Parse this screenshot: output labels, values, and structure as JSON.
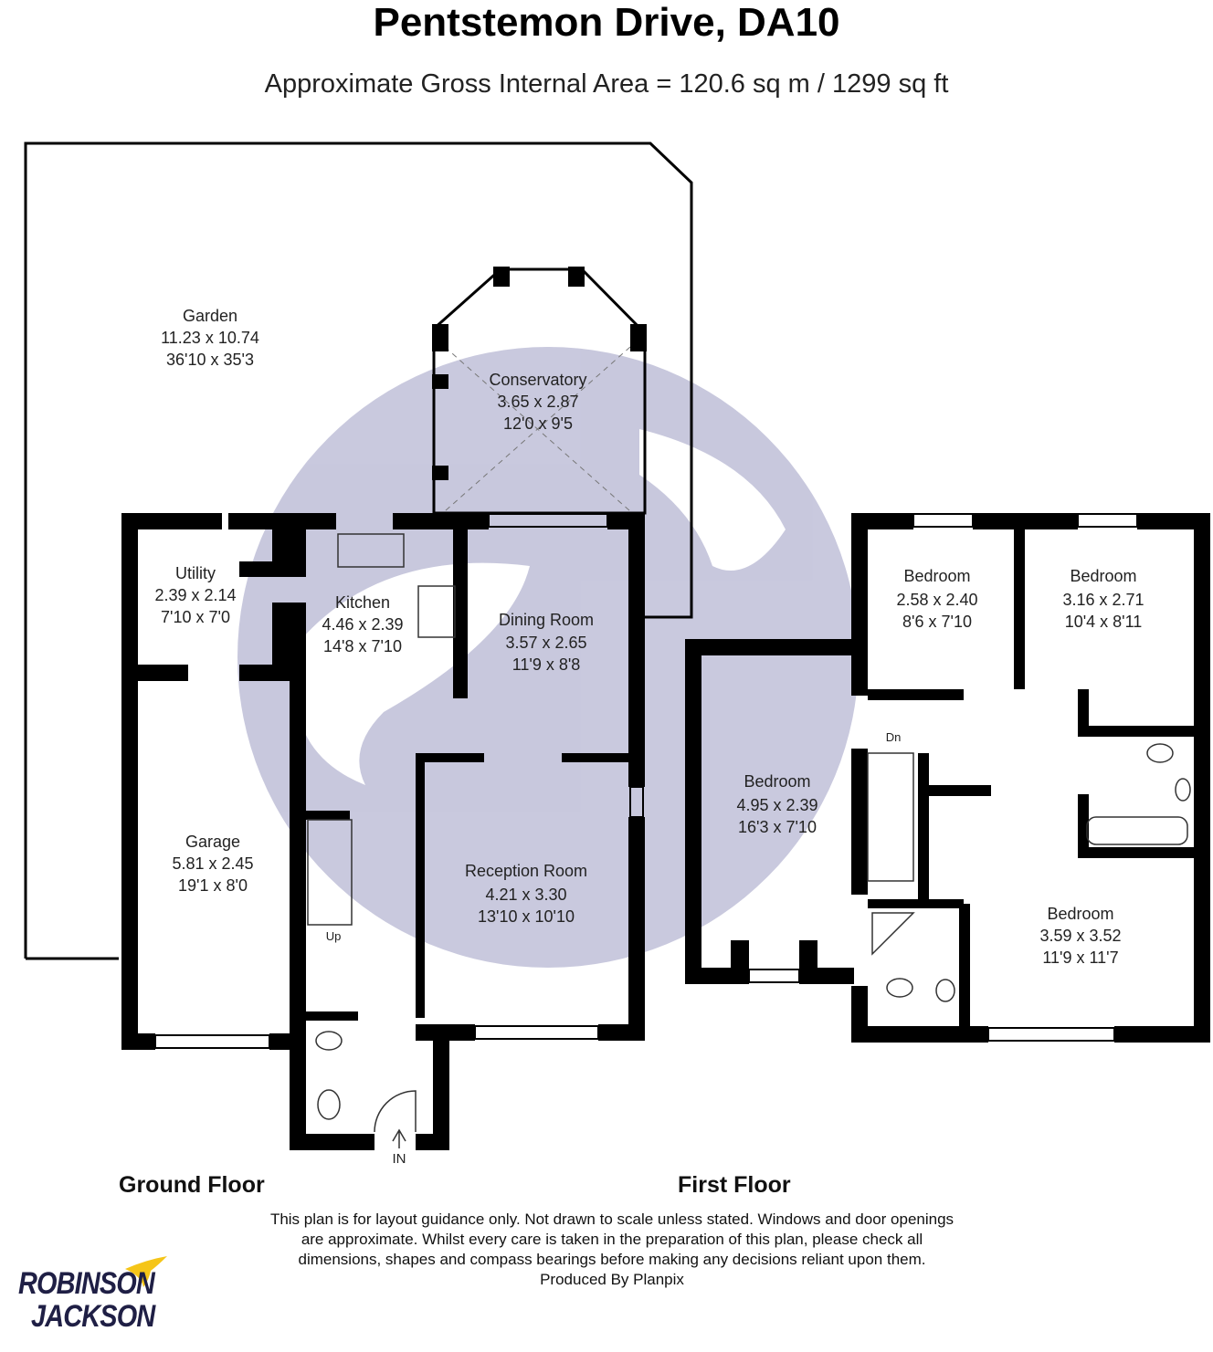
{
  "header": {
    "title": "Pentstemon Drive, DA10",
    "subtitle": "Approximate Gross Internal Area = 120.6 sq m / 1299 sq ft"
  },
  "rooms": {
    "garden": {
      "name": "Garden",
      "metric": "11.23 x 10.74",
      "imperial": "36'10 x 35'3"
    },
    "conservatory": {
      "name": "Conservatory",
      "metric": "3.65 x 2.87",
      "imperial": "12'0 x 9'5"
    },
    "utility": {
      "name": "Utility",
      "metric": "2.39 x 2.14",
      "imperial": "7'10 x 7'0"
    },
    "kitchen": {
      "name": "Kitchen",
      "metric": "4.46 x 2.39",
      "imperial": "14'8 x 7'10"
    },
    "dining": {
      "name": "Dining Room",
      "metric": "3.57 x 2.65",
      "imperial": "11'9 x 8'8"
    },
    "garage": {
      "name": "Garage",
      "metric": "5.81 x 2.45",
      "imperial": "19'1 x 8'0"
    },
    "reception": {
      "name": "Reception Room",
      "metric": "4.21 x 3.30",
      "imperial": "13'10 x 10'10"
    },
    "bedroom1": {
      "name": "Bedroom",
      "metric": "2.58 x 2.40",
      "imperial": "8'6 x 7'10"
    },
    "bedroom2": {
      "name": "Bedroom",
      "metric": "3.16 x 2.71",
      "imperial": "10'4 x 8'11"
    },
    "bedroom3": {
      "name": "Bedroom",
      "metric": "4.95 x 2.39",
      "imperial": "16'3 x 7'10"
    },
    "bedroom4": {
      "name": "Bedroom",
      "metric": "3.59 x 3.52",
      "imperial": "11'9 x 11'7"
    }
  },
  "markers": {
    "up": "Up",
    "down": "Dn",
    "entrance": "IN"
  },
  "floors": {
    "ground": "Ground Floor",
    "first": "First Floor"
  },
  "disclaimer": {
    "line1": "This plan is for layout guidance only. Not drawn to scale unless stated. Windows and door openings",
    "line2": "are approximate. Whilst every care is taken in the preparation of this plan, please check all",
    "line3": "dimensions, shapes and compass bearings before making any decisions reliant upon them.",
    "line4": "Produced By Planpix"
  },
  "logo": {
    "line1": "ROBINSON",
    "line2": "JACKSON"
  },
  "colors": {
    "wall": "#000000",
    "watermark": "#9c9cc2",
    "logo_text": "#1f1f45",
    "logo_bird": "#f5c518"
  }
}
